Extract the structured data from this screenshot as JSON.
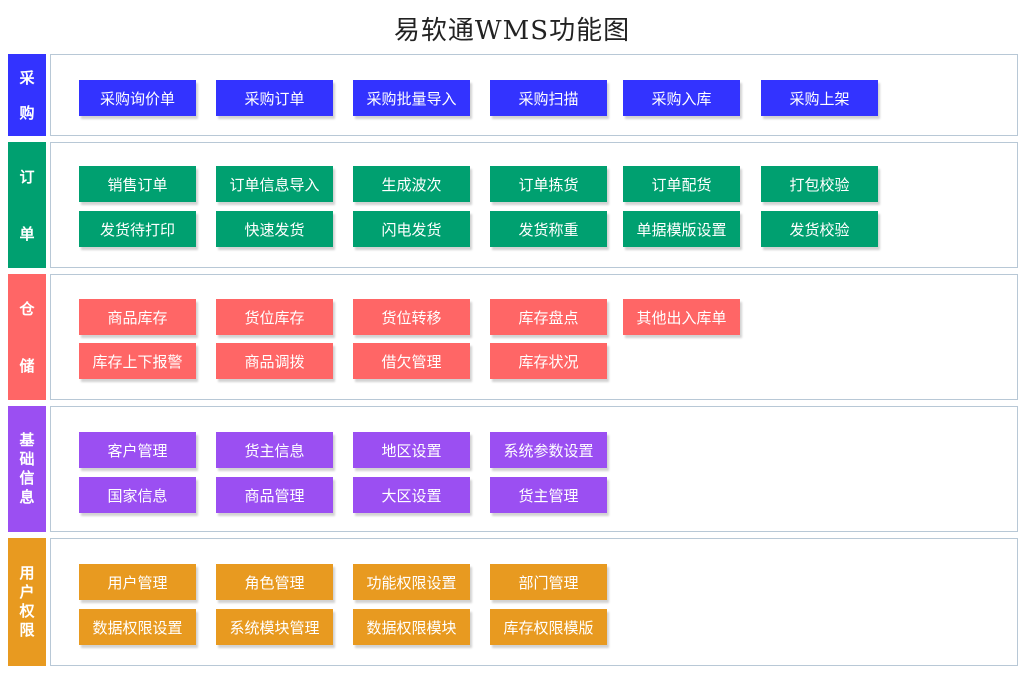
{
  "title": "易软通WMS功能图",
  "colors": {
    "purchase": "#3333ff",
    "order": "#00a070",
    "warehouse": "#ff6666",
    "basic": "#9b4ff2",
    "user": "#e89a20"
  },
  "sections": [
    {
      "id": "purchase",
      "label": [
        "采",
        "购"
      ],
      "color": "#3333ff",
      "rows": [
        [
          "采购询价单",
          "采购订单",
          "采购批量导入",
          "采购扫描",
          "采购入库",
          "采购上架"
        ]
      ]
    },
    {
      "id": "order",
      "label": [
        "订",
        "单"
      ],
      "color": "#00a070",
      "rows": [
        [
          "销售订单",
          "订单信息导入",
          "生成波次",
          "订单拣货",
          "订单配货",
          "打包校验"
        ],
        [
          "发货待打印",
          "快速发货",
          "闪电发货",
          "发货称重",
          "单据模版设置",
          "发货校验"
        ]
      ]
    },
    {
      "id": "warehouse",
      "label": [
        "仓",
        "储"
      ],
      "color": "#ff6666",
      "rows": [
        [
          "商品库存",
          "货位库存",
          "货位转移",
          "库存盘点",
          "其他出入库单"
        ],
        [
          "库存上下报警",
          "商品调拨",
          "借欠管理",
          "库存状况"
        ]
      ]
    },
    {
      "id": "basic",
      "label": [
        "基",
        "础",
        "信",
        "息"
      ],
      "color": "#9b4ff2",
      "rows": [
        [
          "客户管理",
          "货主信息",
          "地区设置",
          "系统参数设置"
        ],
        [
          "国家信息",
          "商品管理",
          "大区设置",
          "货主管理"
        ]
      ]
    },
    {
      "id": "user",
      "label": [
        "用",
        "户",
        "权",
        "限"
      ],
      "color": "#e89a20",
      "rows": [
        [
          "用户管理",
          "角色管理",
          "功能权限设置",
          "部门管理"
        ],
        [
          "数据权限设置",
          "系统模块管理",
          "数据权限模块",
          "库存权限模版"
        ]
      ]
    }
  ]
}
